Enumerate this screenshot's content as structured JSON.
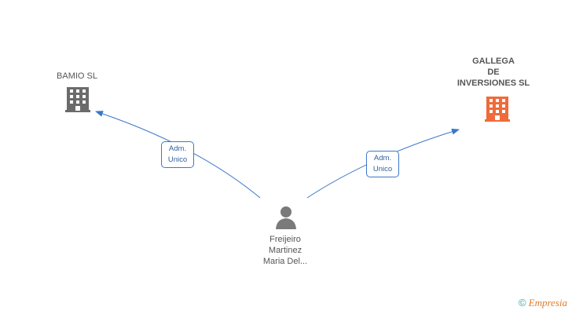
{
  "colors": {
    "edge": "#3a78c9",
    "building_neutral": "#6b6b6b",
    "building_highlight": "#f06a3a",
    "person": "#7a7a7a"
  },
  "nodes": {
    "bamio": {
      "lines": [
        "BAMIO SL"
      ],
      "icon": "building-icon"
    },
    "gallega": {
      "lines": [
        "GALLEGA",
        "DE",
        "INVERSIONES SL"
      ],
      "icon": "building-icon"
    },
    "person": {
      "lines": [
        "Freijeiro",
        "Martinez",
        "Maria Del..."
      ],
      "icon": "person-icon"
    }
  },
  "edges": [
    {
      "from": "person",
      "to": "bamio",
      "label_lines": [
        "Adm.",
        "Unico"
      ]
    },
    {
      "from": "person",
      "to": "gallega",
      "label_lines": [
        "Adm.",
        "Unico"
      ]
    }
  ],
  "watermark": {
    "copyright": "©",
    "brand": "Empresia"
  }
}
